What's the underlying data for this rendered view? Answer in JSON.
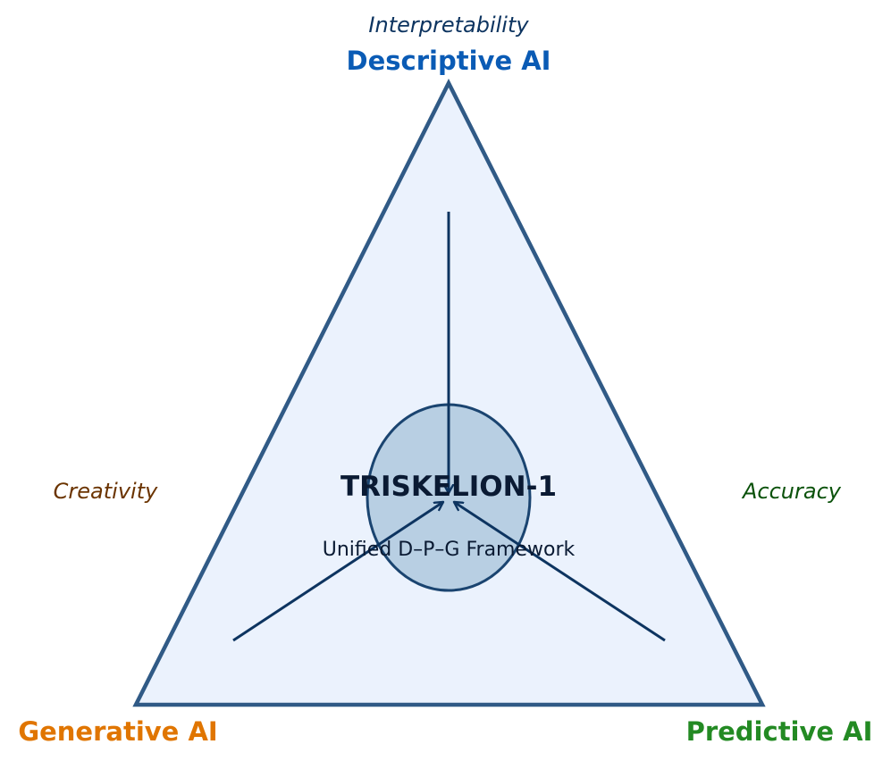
{
  "colors": {
    "triangle_fill": "#EBF2FD",
    "triangle_stroke": "#305A86",
    "hub_fill": "#B8CFE3",
    "hub_stroke": "#1A4470",
    "arrow": "#0D3460",
    "center_text": "#0A1A33",
    "descriptive": "#0A5BB5",
    "generative": "#E07500",
    "predictive": "#238A23",
    "interpretability": "#0D3460",
    "creativity": "#6B3400",
    "accuracy": "#0B520B"
  },
  "vertices": {
    "top": {
      "title": "Descriptive AI",
      "quality": "Interpretability"
    },
    "bottom_left": {
      "title": "Generative AI",
      "quality": "Creativity"
    },
    "bottom_right": {
      "title": "Predictive AI",
      "quality": "Accuracy"
    }
  },
  "hub": {
    "title": "TRISKELION-1",
    "subtitle": "Unified D–P–G Framework"
  }
}
